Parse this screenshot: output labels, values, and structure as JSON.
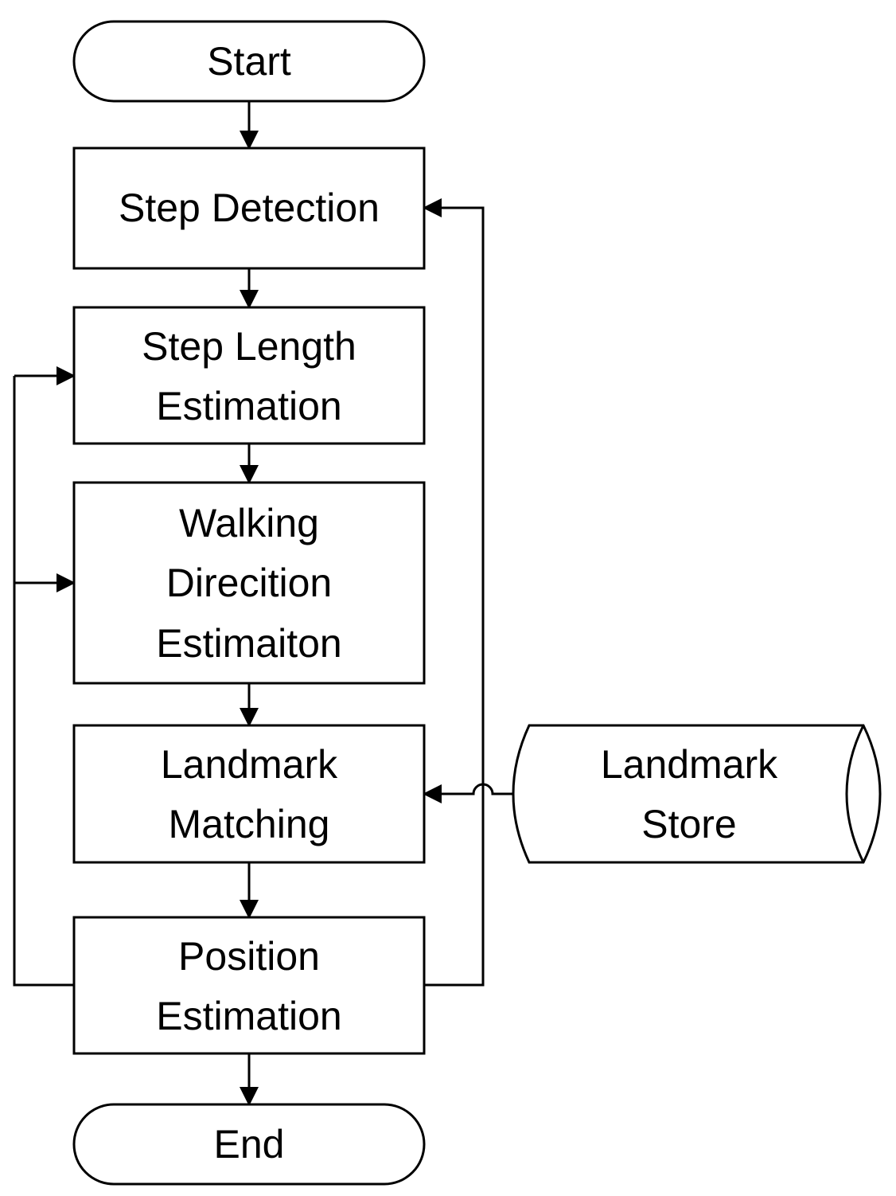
{
  "flowchart": {
    "start": {
      "label": "Start"
    },
    "step_detection": {
      "label": "Step Detection"
    },
    "step_length_estimation": {
      "lines": [
        "Step Length",
        "Estimation"
      ]
    },
    "walking_direction_estimation": {
      "lines": [
        "Walking",
        "Direcition",
        "Estimaiton"
      ]
    },
    "landmark_matching": {
      "lines": [
        "Landmark",
        "Matching"
      ]
    },
    "position_estimation": {
      "lines": [
        "Position",
        "Estimation"
      ]
    },
    "end": {
      "label": "End"
    },
    "landmark_store": {
      "lines": [
        "Landmark",
        "Store"
      ]
    }
  },
  "colors": {
    "stroke": "#000000",
    "fill": "#ffffff",
    "text": "#000000"
  }
}
